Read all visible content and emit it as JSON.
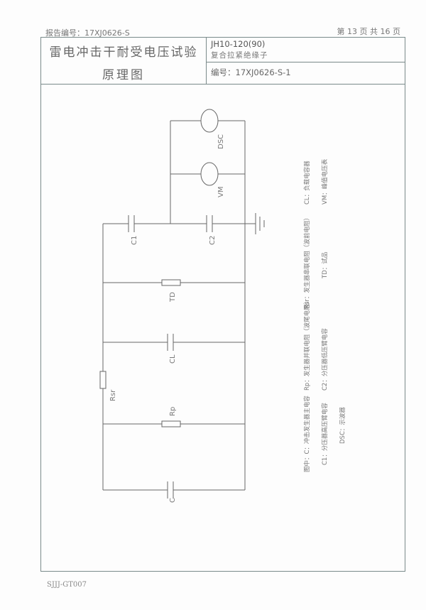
{
  "header": {
    "report_no": "报告编号：17XJ0626-S",
    "page_info": "第 13 页   共 16 页",
    "title_line1": "雷电冲击干耐受电压试验",
    "title_line2": "原理图",
    "model": "JH10-120(90)",
    "product_name": "复合拉紧绝缘子",
    "code": "编号：17XJ0626-S-1"
  },
  "diagram": {
    "labels": {
      "dsc": "DSC",
      "vm": "VM",
      "c1": "C1",
      "c2": "C2",
      "td": "TD",
      "cl": "CL",
      "rsr": "Rsr",
      "rp": "Rp",
      "c": "C"
    },
    "legend": [
      "CL：负载电容器",
      "VM：峰值电压表",
      "Rsr：发生器串联电阻（波前电阻）",
      "TD：试品",
      "Rp：发生器并联电阻（波尾电阻）",
      "C2：分压器低压臂电容",
      "图中：C：冲击发生器主电容",
      "C1：分压器高压臂电容",
      "DSC：示波器"
    ]
  },
  "footer": {
    "form_no": "SJJJ-GT007"
  }
}
